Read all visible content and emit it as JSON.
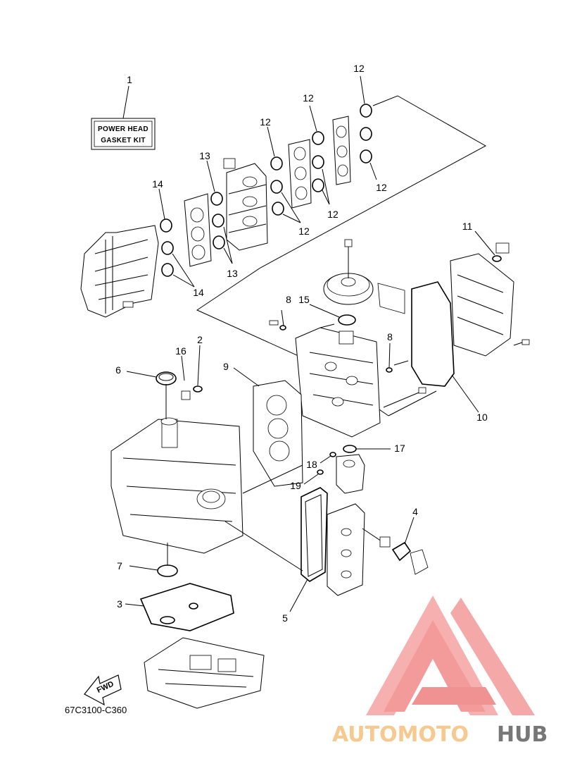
{
  "kit_label": {
    "line1": "POWER HEAD",
    "line2": "GASKET KIT"
  },
  "callouts": {
    "c1": "1",
    "c2": "2",
    "c3": "3",
    "c4": "4",
    "c5": "5",
    "c6": "6",
    "c7": "7",
    "c8a": "8",
    "c8b": "8",
    "c9": "9",
    "c10": "10",
    "c11": "11",
    "c12a": "12",
    "c12b": "12",
    "c12c": "12",
    "c12d": "12",
    "c12e": "12",
    "c12f": "12",
    "c13a": "13",
    "c13b": "13",
    "c14a": "14",
    "c14b": "14",
    "c15": "15",
    "c16": "16",
    "c17": "17",
    "c18": "18",
    "c19": "19"
  },
  "fwd_label": "FWD",
  "part_number": "67C3100-C360",
  "watermark": {
    "part1": "AUTOMOTO",
    "part2": "HUB",
    "color_primary": "#f07a7a",
    "color_secondary": "#f5c98f",
    "color_dark": "#777777"
  }
}
